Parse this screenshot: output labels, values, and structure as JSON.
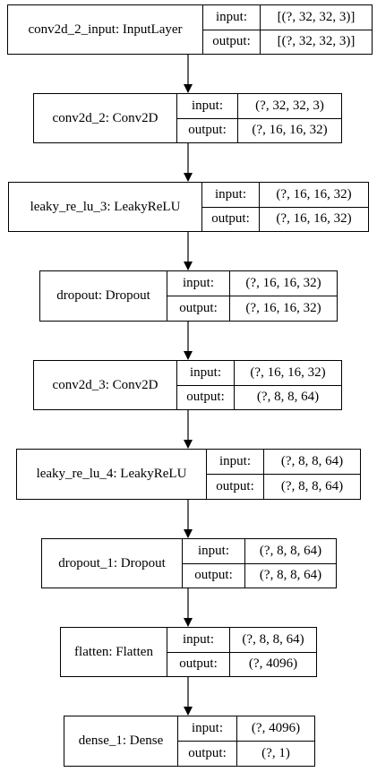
{
  "layers": [
    {
      "name": "conv2d_2_input: InputLayer",
      "input_label": "input:",
      "input": "[(?, 32, 32, 3)]",
      "output_label": "output:",
      "output": "[(?, 32, 32, 3)]"
    },
    {
      "name": "conv2d_2: Conv2D",
      "input_label": "input:",
      "input": "(?, 32, 32, 3)",
      "output_label": "output:",
      "output": "(?, 16, 16, 32)"
    },
    {
      "name": "leaky_re_lu_3: LeakyReLU",
      "input_label": "input:",
      "input": "(?, 16, 16, 32)",
      "output_label": "output:",
      "output": "(?, 16, 16, 32)"
    },
    {
      "name": "dropout: Dropout",
      "input_label": "input:",
      "input": "(?, 16, 16, 32)",
      "output_label": "output:",
      "output": "(?, 16, 16, 32)"
    },
    {
      "name": "conv2d_3: Conv2D",
      "input_label": "input:",
      "input": "(?, 16, 16, 32)",
      "output_label": "output:",
      "output": "(?, 8, 8, 64)"
    },
    {
      "name": "leaky_re_lu_4: LeakyReLU",
      "input_label": "input:",
      "input": "(?, 8, 8, 64)",
      "output_label": "output:",
      "output": "(?, 8, 8, 64)"
    },
    {
      "name": "dropout_1: Dropout",
      "input_label": "input:",
      "input": "(?, 8, 8, 64)",
      "output_label": "output:",
      "output": "(?, 8, 8, 64)"
    },
    {
      "name": "flatten: Flatten",
      "input_label": "input:",
      "input": "(?, 8, 8, 64)",
      "output_label": "output:",
      "output": "(?, 4096)"
    },
    {
      "name": "dense_1: Dense",
      "input_label": "input:",
      "input": "(?, 4096)",
      "output_label": "output:",
      "output": "(?, 1)"
    }
  ],
  "colors": {
    "border": "#000000",
    "background": "#ffffff",
    "text": "#000000"
  }
}
